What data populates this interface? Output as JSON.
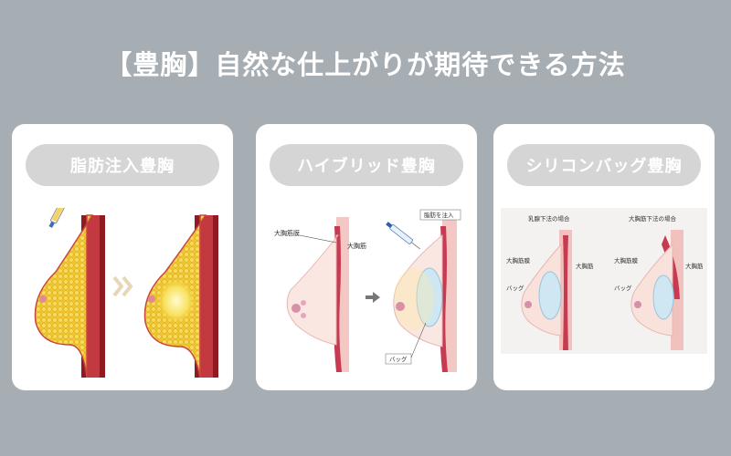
{
  "title": "【豊胸】自然な仕上がりが期待できる方法",
  "cards": [
    {
      "heading": "脂肪注入豊胸"
    },
    {
      "heading": "ハイブリッド豊胸",
      "labels": {
        "pectoral_fascia": "大胸筋膜",
        "pectoral_muscle": "大胸筋",
        "fat_injection": "脂肪を注入",
        "bag": "バッグ"
      }
    },
    {
      "heading": "シリコンバッグ豊胸",
      "left_panel": {
        "title": "乳腺下法の場合",
        "pectoral_fascia": "大胸筋膜",
        "pectoral_muscle": "大胸筋",
        "bag": "バッグ"
      },
      "right_panel": {
        "title": "大胸筋下法の場合",
        "pectoral_fascia": "大胸筋膜",
        "pectoral_muscle": "大胸筋",
        "bag": "バッグ"
      }
    }
  ],
  "colors": {
    "background": "#a7aeb3",
    "card": "#ffffff",
    "pill": "#d5d5d5",
    "fat": "#f2c72e",
    "muscle": "#b8252e",
    "skin": "#f7d7cf",
    "implant": "#cfe6f3"
  }
}
